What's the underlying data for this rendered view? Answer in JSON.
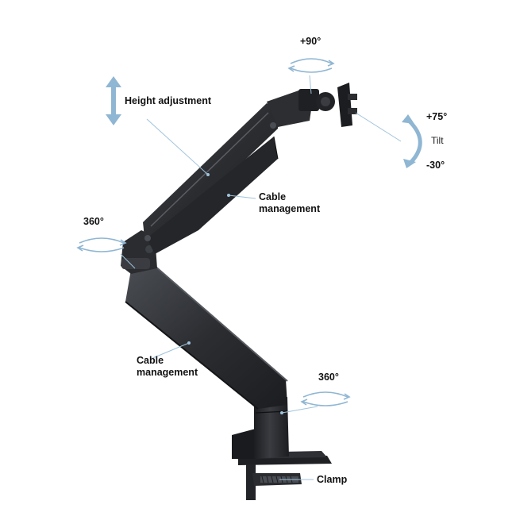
{
  "labels": {
    "swivel_top": "+90°",
    "height_adjustment": "Height adjustment",
    "tilt_up": "+75°",
    "tilt": "Tilt",
    "tilt_down": "-30°",
    "cable_upper_line1": "Cable",
    "cable_upper_line2": "management",
    "rotate_left": "360°",
    "cable_lower_line1": "Cable",
    "cable_lower_line2": "management",
    "rotate_base": "360°",
    "clamp": "Clamp"
  },
  "colors": {
    "arm": "#2b2d31",
    "arm_shade": "#1c1d20",
    "arm_highlight": "#4a4d53",
    "arrow": "#8fb6d3",
    "leader": "#9fc3dc"
  },
  "icons": [
    "height-double-arrow-icon",
    "tilt-arc-arrow-icon",
    "rotation-ellipse-icon"
  ]
}
